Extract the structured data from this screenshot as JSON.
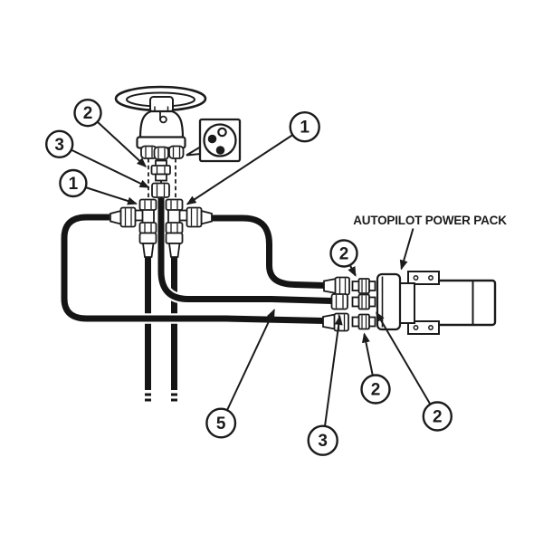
{
  "figure": {
    "background_color": "#ffffff",
    "line_color": "#1b1b1b",
    "label": "AUTOPILOT POWER PACK",
    "callouts": [
      {
        "number": "2",
        "target": "helm-riser-upper-fitting"
      },
      {
        "number": "3",
        "target": "helm-riser-lower-fitting"
      },
      {
        "number": "1",
        "target": "helm-tee-fitting-left"
      },
      {
        "number": "1",
        "target": "helm-tee-fitting-right"
      },
      {
        "number": "2",
        "target": "power-pack-coupling-top"
      },
      {
        "number": "2",
        "target": "power-pack-coupling-bottom"
      },
      {
        "number": "2",
        "target": "power-pack-coupling-middle"
      },
      {
        "number": "3",
        "target": "power-pack-adapter-middle"
      },
      {
        "number": "5",
        "target": "hydraulic-hose"
      }
    ],
    "inset": {
      "ports_total": 3,
      "ports_filled": 2,
      "ports_open": 1
    }
  }
}
